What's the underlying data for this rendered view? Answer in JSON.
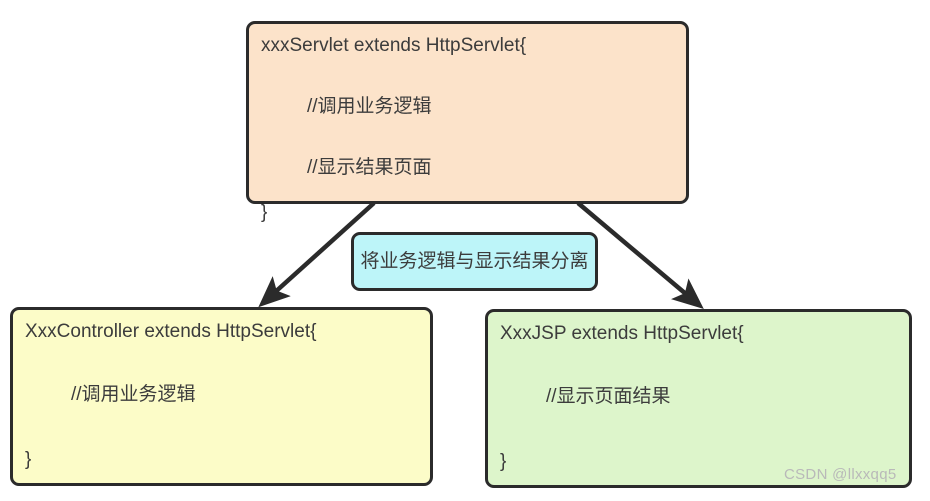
{
  "diagram": {
    "title": "Servlet responsibility separation diagram",
    "background_color": "#ffffff"
  },
  "boxes": {
    "servlet": {
      "name": "xxxServlet",
      "fill_color": "#fce3ca",
      "border_color": "#2b2b2b",
      "lines": [
        "xxxServlet extends HttpServlet{",
        "//调用业务逻辑",
        "//显示结果页面",
        "}"
      ]
    },
    "controller": {
      "name": "XxxController",
      "fill_color": "#fcfcc8",
      "border_color": "#2b2b2b",
      "lines": [
        "XxxController extends HttpServlet{",
        "//调用业务逻辑",
        "}"
      ]
    },
    "jsp": {
      "name": "XxxJSP",
      "fill_color": "#ddf5cb",
      "border_color": "#2b2b2b",
      "lines": [
        "XxxJSP extends HttpServlet{",
        "//显示页面结果",
        "}"
      ]
    }
  },
  "split_label": {
    "text": "将业务逻辑与显示结果分离",
    "fill_color": "#bdf5f9",
    "border_color": "#2b2b2b"
  },
  "arrows": [
    {
      "id": "arrow-to-controller",
      "from": "servlet",
      "to": "controller",
      "color": "#2b2b2b"
    },
    {
      "id": "arrow-to-jsp",
      "from": "servlet",
      "to": "jsp",
      "color": "#2b2b2b"
    }
  ],
  "watermark": {
    "text": "CSDN @llxxqq5",
    "color": "#b9b9b9"
  }
}
